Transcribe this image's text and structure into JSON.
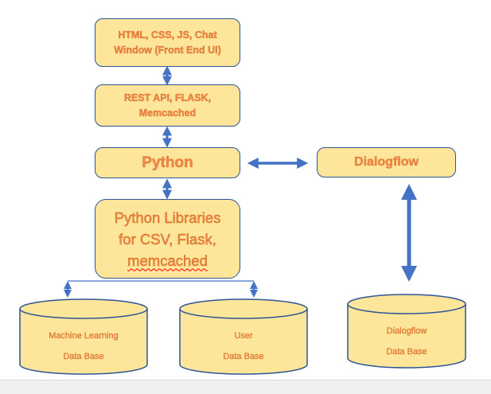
{
  "diagram": {
    "nodes": {
      "frontend": {
        "label": "HTML, CSS, JS, Chat\nWindow (Front End UI)"
      },
      "rest": {
        "label": "REST API, FLASK,\nMemcached"
      },
      "python": {
        "label": "Python"
      },
      "dialogflow": {
        "label": "Dialogflow"
      },
      "libraries": {
        "line1": "Python Libraries",
        "line2": "for CSV, Flask,",
        "line3": "memcached"
      },
      "ml_db": {
        "line1": "Machine Learning",
        "line2": "Data Base"
      },
      "user_db": {
        "line1": "User",
        "line2": "Data Base"
      },
      "df_db": {
        "line1": "Dialogflow",
        "line2": "Data Base"
      }
    },
    "edges": [
      {
        "from": "frontend",
        "to": "rest",
        "style": "double-arrow"
      },
      {
        "from": "rest",
        "to": "python",
        "style": "double-arrow"
      },
      {
        "from": "python",
        "to": "libraries",
        "style": "double-arrow"
      },
      {
        "from": "python",
        "to": "dialogflow",
        "style": "double-arrow"
      },
      {
        "from": "dialogflow",
        "to": "df_db",
        "style": "double-arrow"
      },
      {
        "from": "libraries",
        "to": "ml_db",
        "style": "double-arrow"
      },
      {
        "from": "libraries",
        "to": "user_db",
        "style": "double-arrow"
      }
    ],
    "colors": {
      "box_fill": "#fde59a",
      "box_border": "#2f5597",
      "text": "#f2894a",
      "arrow": "#4472c4",
      "spellcheck_underline": "#ff0000"
    }
  }
}
